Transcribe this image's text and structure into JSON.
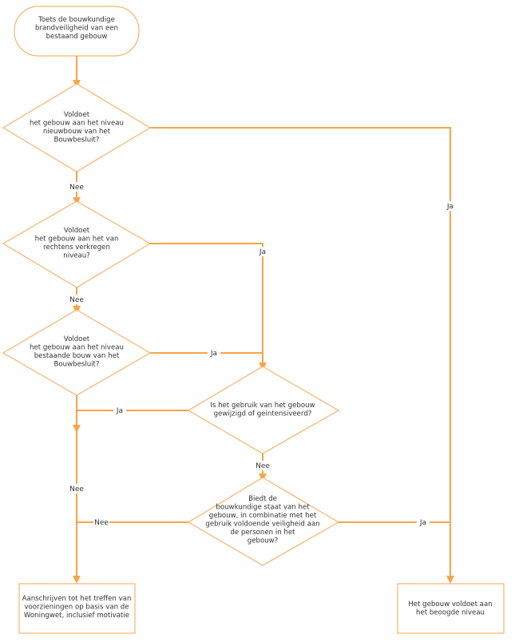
{
  "colors": {
    "accent": "#f7a54a",
    "text": "#333333",
    "background": "#ffffff"
  },
  "nodes": {
    "start": [
      "Toets de bouwkundige",
      "brandveiligheid van een",
      "bestaand gebouw"
    ],
    "q1": [
      "Voldoet",
      "het gebouw aan het niveau",
      "nieuwbouw van het",
      "Bouwbesluit?"
    ],
    "q2": [
      "Voldoet",
      "het gebouw aan het van",
      "rechtens verkregen",
      "niveau?"
    ],
    "q3": [
      "Voldoet",
      "het gebouw aan het niveau",
      "bestaande bouw van het",
      "Bouwbesluit?"
    ],
    "q4": [
      "Is het gebruik van het gebouw",
      "gewijzigd of geintensiveerd?"
    ],
    "q5": [
      "Biedt de",
      "bouwkundige staat van het",
      "gebouw, in combinatie met het",
      "gebruik voldoende veiligheid aan",
      "de personen in het",
      "gebouw?"
    ],
    "end_left": [
      "Aanschrijven tot het treffen van",
      "voorzieningen op basis van de",
      "Woningwet, inclusief motivatie"
    ],
    "end_right": [
      "Het gebouw voldoet aan",
      "het beoogde niveau"
    ]
  },
  "edges": {
    "q1_nee": "Nee",
    "q1_ja": "Ja",
    "q2_nee": "Nee",
    "q2_ja": "Ja",
    "q3_ja": "Ja",
    "q4_ja": "Ja",
    "q3_nee": "Nee",
    "q4_nee": "Nee",
    "q5_nee": "Nee",
    "q5_ja": "Ja"
  }
}
